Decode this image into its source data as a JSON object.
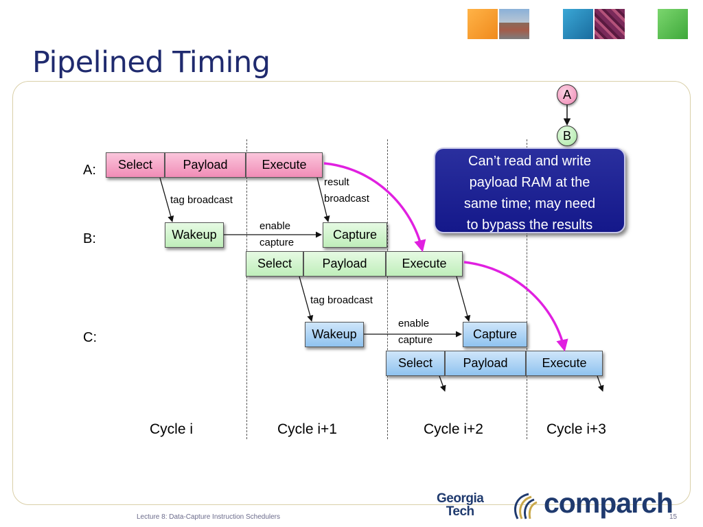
{
  "slide": {
    "title": "Pipelined Timing",
    "footer_text": "Lecture 8: Data-Capture Instruction Schedulers",
    "page_number": "15"
  },
  "rows": {
    "a_label": "A:",
    "b_label": "B:",
    "c_label": "C:"
  },
  "stages": {
    "a_select": "Select",
    "a_payload": "Payload",
    "a_execute": "Execute",
    "b_wakeup": "Wakeup",
    "b_capture": "Capture",
    "b_select": "Select",
    "b_payload": "Payload",
    "b_execute": "Execute",
    "c_wakeup": "Wakeup",
    "c_capture": "Capture",
    "c_select": "Select",
    "c_payload": "Payload",
    "c_execute": "Execute"
  },
  "annotations": {
    "tag_broadcast_1": "tag broadcast",
    "result_1": "result",
    "broadcast_1": "broadcast",
    "enable_1": "enable",
    "capture_1": "capture",
    "tag_broadcast_2": "tag broadcast",
    "enable_2": "enable",
    "capture_2": "capture"
  },
  "cycles": [
    "Cycle i",
    "Cycle i+1",
    "Cycle i+2",
    "Cycle i+3"
  ],
  "callout": {
    "lines": [
      "Can’t read and write",
      "payload RAM at the",
      "same time; may need",
      "to bypass the results"
    ]
  },
  "dependency_nodes": {
    "a": "A",
    "b": "B"
  },
  "logos": {
    "gt_line1": "Georgia",
    "gt_line2": "Tech",
    "comparch": "comparch"
  },
  "colors": {
    "title": "#1f2a6e",
    "instr_a": "#f08cb6",
    "instr_b": "#bfeeba",
    "instr_c": "#8fc3ef",
    "bypass_arrow": "#e020e0",
    "callout_bg": "#14188a"
  }
}
